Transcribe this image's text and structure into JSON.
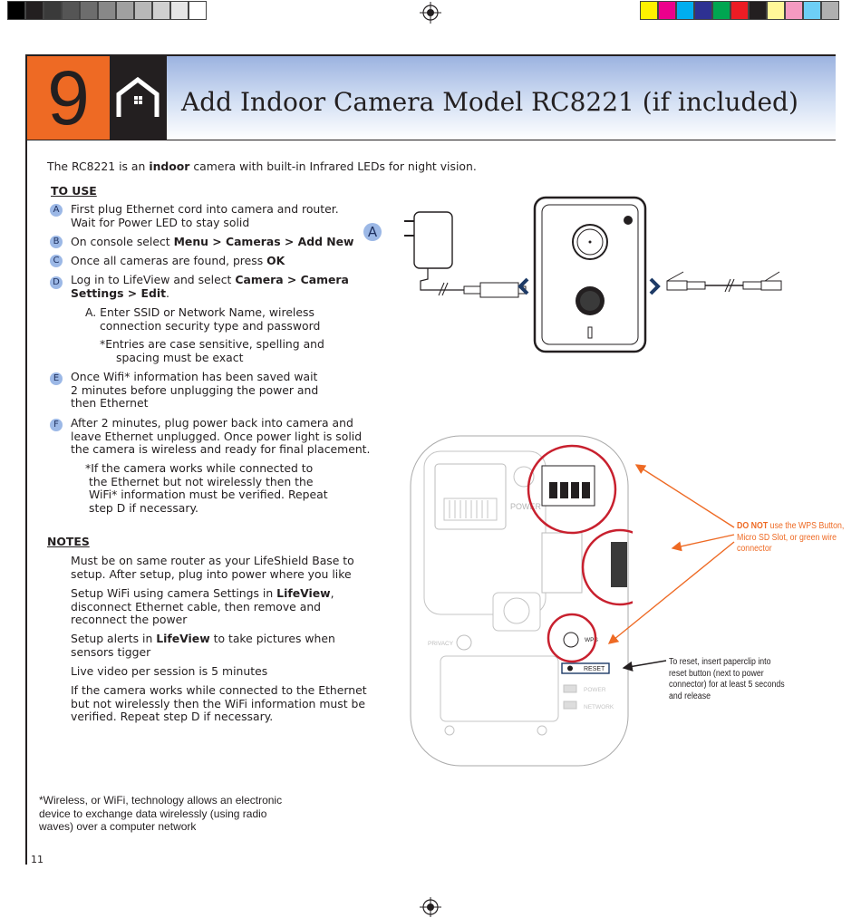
{
  "header": {
    "step_number": "9",
    "title": "Add Indoor Camera Model RC8221 (if included)"
  },
  "intro": {
    "prefix": "The RC8221 is an ",
    "bold": "indoor",
    "suffix": " camera with built-in Infrared LEDs for night vision."
  },
  "to_use": {
    "heading": "TO USE",
    "a": {
      "badge": "A",
      "line1": "First plug Ethernet cord into camera and router.",
      "line2": "Wait for Power LED to stay solid"
    },
    "b": {
      "badge": "B",
      "prefix": "On console select ",
      "bold": "Menu > Cameras > Add New"
    },
    "c": {
      "badge": "C",
      "prefix": "Once all cameras are found, press ",
      "bold": "OK"
    },
    "d": {
      "badge": "D",
      "prefix": "Log in to LifeView and select ",
      "bold1": "Camera > Camera",
      "bold2": "Settings > Edit",
      "suffix": "."
    },
    "d_sub": {
      "line1": "A. Enter SSID or Network Name, wireless",
      "line2": "connection security type and password",
      "note1": "*Entries are case sensitive, spelling and",
      "note2": "spacing must be exact"
    },
    "e": {
      "badge": "E",
      "line1": "Once Wifi* information has been saved wait",
      "line2": "2 minutes before unplugging the power and",
      "line3": "then Ethernet"
    },
    "f": {
      "badge": "F",
      "line1": "After 2 minutes, plug power back into camera and",
      "line2": "leave Ethernet unplugged. Once power light is solid",
      "line3": "the camera is wireless and ready for final placement."
    },
    "f_note": {
      "line1": "*If the camera works while connected to",
      "line2": "the Ethernet but not wirelessly then the",
      "line3": "WiFi* information must be verified. Repeat",
      "line4": "step D if necessary."
    }
  },
  "notes": {
    "heading": "NOTES",
    "n1": {
      "line1": "Must be on same router as your LifeShield Base to",
      "line2": "setup. After setup, plug into power where you like"
    },
    "n2": {
      "prefix": "Setup WiFi using camera Settings in ",
      "bold": "LifeView",
      "suffix": ",",
      "line2": "disconnect Ethernet cable, then remove and",
      "line3": "reconnect the power"
    },
    "n3": {
      "prefix": "Setup alerts in ",
      "bold": "LifeView",
      "suffix": " to take pictures when",
      "line2": "sensors tigger"
    },
    "n4": {
      "line1": "Live video per session is 5 minutes"
    },
    "n5": {
      "line1": "If the camera works while connected to the Ethernet",
      "line2": "but not wirelessly then the WiFi information must be",
      "line3": "verified.  Repeat step D if necessary."
    }
  },
  "footnote": {
    "line1": "*Wireless, or WiFi, technology allows an electronic",
    "line2": "device to exchange data wirelessly (using radio",
    "line3": "waves) over a computer network"
  },
  "page_number": "11",
  "diagram": {
    "label_a": "A",
    "power_label": "POWER",
    "privacy_label": "PRIVACY",
    "wps_label": "WPS",
    "reset_label": "RESET",
    "power_led_label": "POWER",
    "network_led_label": "NETWORK",
    "warning_bold": "DO NOT",
    "warning_line1": " use the WPS Button,",
    "warning_line2": "Micro SD Slot, or green wire",
    "warning_line3": "connector",
    "reset_line1": "To reset, insert paperclip into",
    "reset_line2": "reset button  (next to power",
    "reset_line3": "connector) for at least 5 seconds",
    "reset_line4": "and release"
  },
  "colors": {
    "accent_orange": "#ee6a24",
    "badge_blue": "#9cb8e6",
    "header_dark": "#231f20",
    "highlight_red": "#c8202e",
    "navy": "#1d3a66"
  },
  "icons": [
    "home-icon",
    "registration-mark-icon",
    "power-adapter-icon",
    "ethernet-cable-icon",
    "camera-icon"
  ]
}
